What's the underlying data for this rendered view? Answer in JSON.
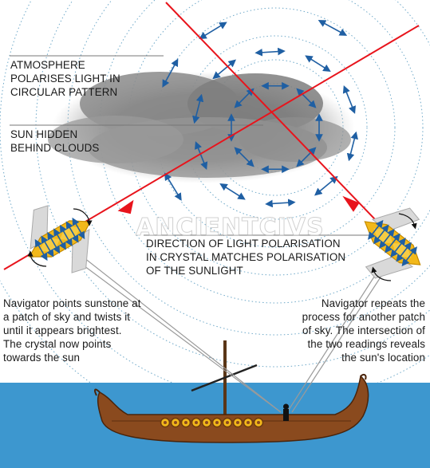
{
  "labels": {
    "atmosphere": [
      "ATMOSPHERE",
      "POLARISES LIGHT IN",
      "CIRCULAR PATTERN"
    ],
    "sun_hidden": [
      "SUN HIDDEN",
      "BEHIND CLOUDS"
    ],
    "direction": [
      "DIRECTION OF LIGHT POLARISATION",
      "IN CRYSTAL MATCHES POLARISATION",
      "OF THE SUNLIGHT"
    ],
    "navigator_left": [
      "Navigator points sunstone at",
      "a patch of sky and twists it",
      "until it appears brightest.",
      "The crystal now points",
      "towards the sun"
    ],
    "navigator_right": [
      "Navigator repeats the",
      "process for another patch",
      "of sky. The intersection of",
      "the two readings reveals",
      "the sun's location"
    ]
  },
  "watermark": "ANCIENTCIVS",
  "colors": {
    "sea": "#3d97cf",
    "sun_ray": "#e8141c",
    "polarisation_arrow": "#1f5fa3",
    "crystal": "#f2b81a",
    "hull": "#8a4a1e",
    "cloud": "#8c8c8c"
  },
  "icons": [
    "cloud-icon",
    "sunstone-crystal-icon",
    "longship-icon",
    "navigator-figure-icon"
  ]
}
